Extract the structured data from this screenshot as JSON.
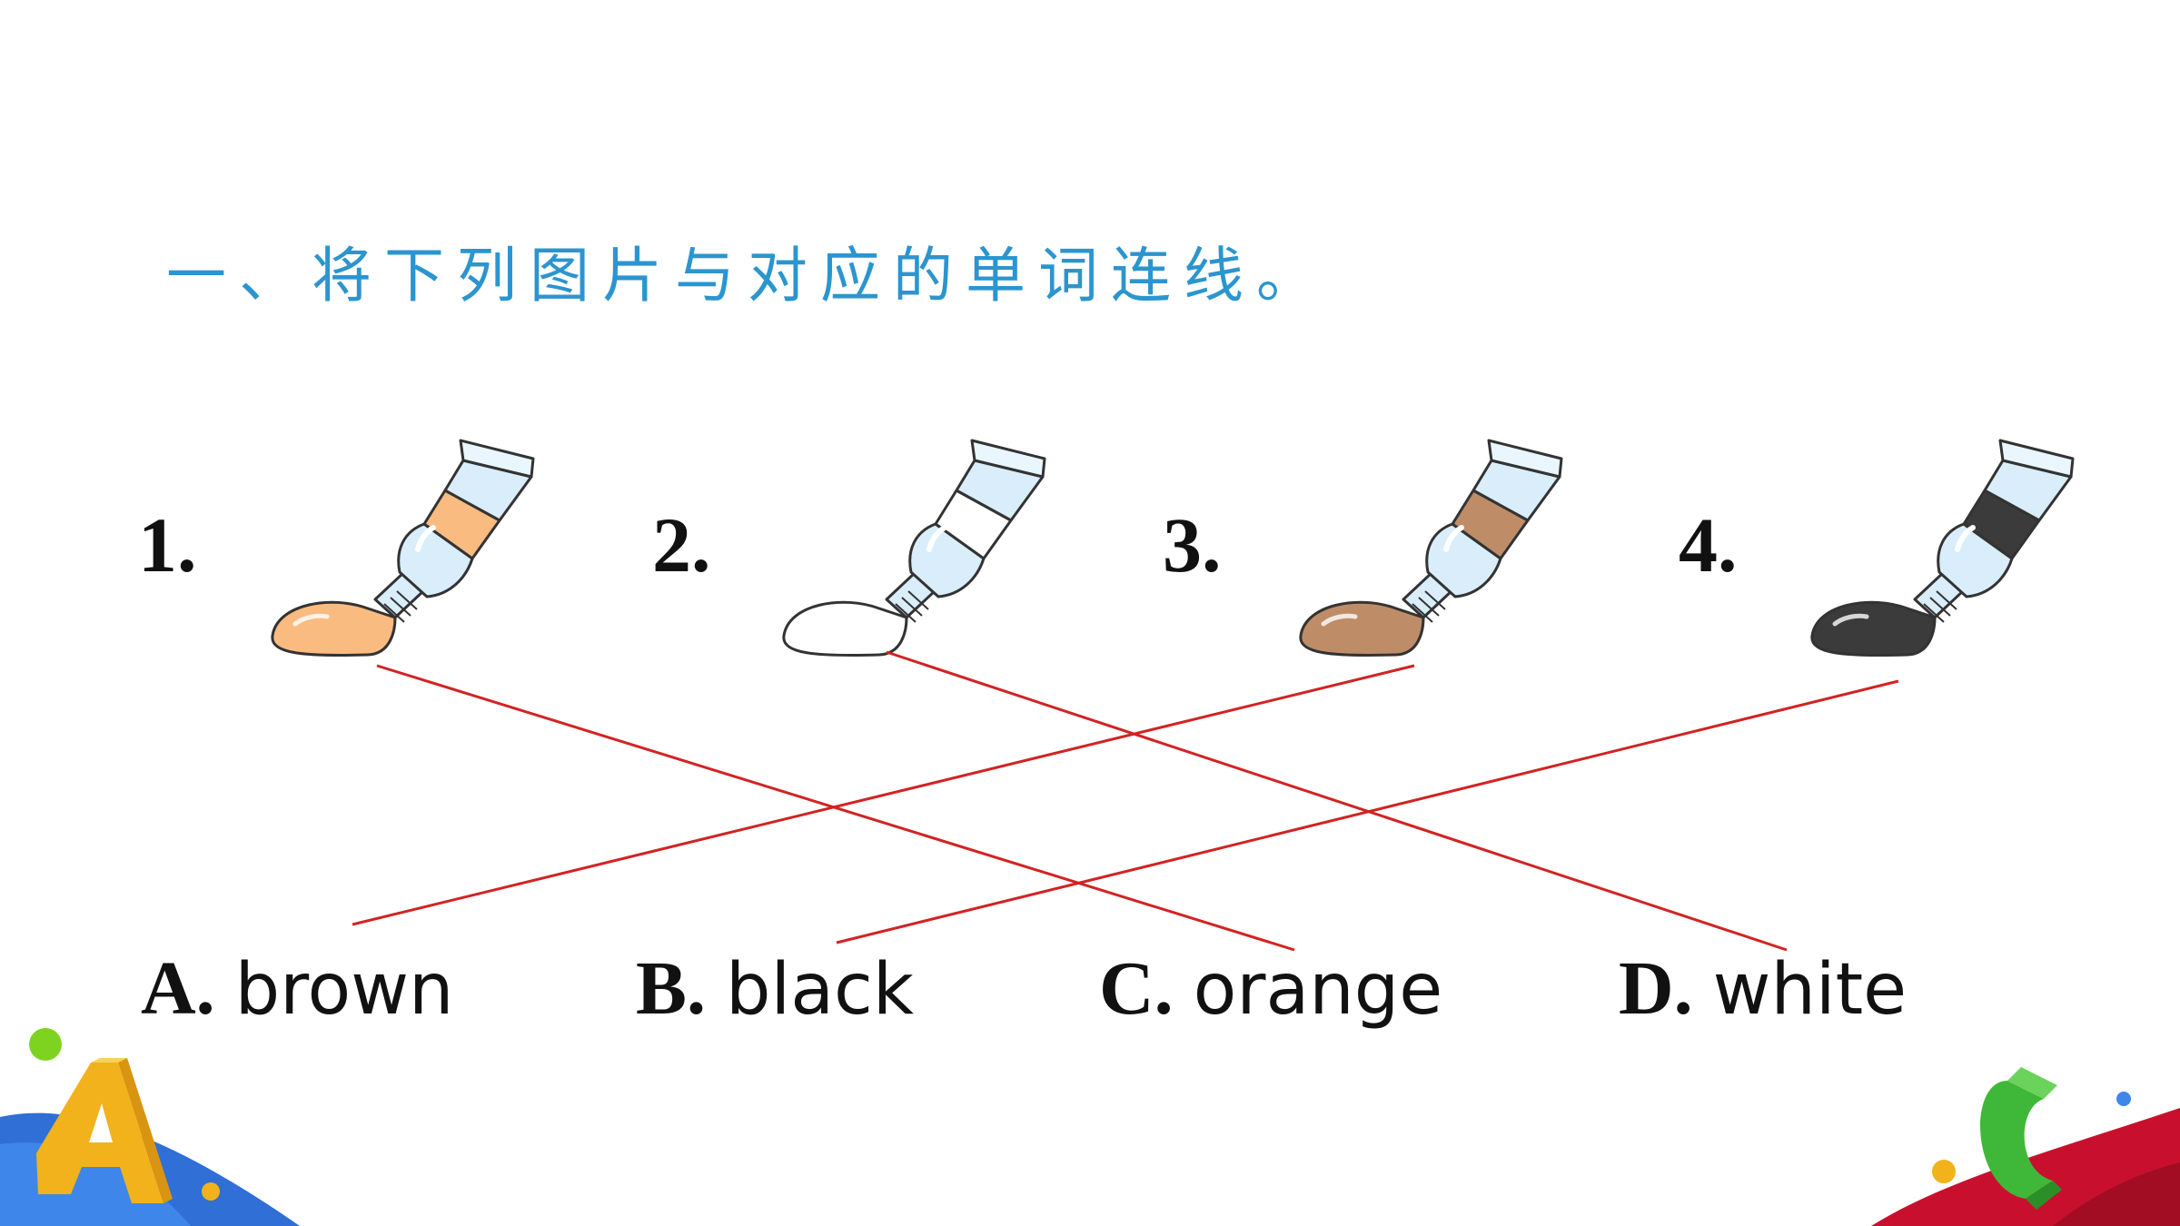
{
  "title": "一、将下列图片与对应的单词连线。",
  "items": [
    {
      "number": "1.",
      "color": "#f9bb80",
      "cap": "#f9bb80"
    },
    {
      "number": "2.",
      "color": "#ffffff",
      "cap": "#ffffff"
    },
    {
      "number": "3.",
      "color": "#bf8c68",
      "cap": "#bf8c68"
    },
    {
      "number": "4.",
      "color": "#3b3b3b",
      "cap": "#3b3b3b"
    }
  ],
  "options": [
    {
      "letter": "A.",
      "word": "brown"
    },
    {
      "letter": "B.",
      "word": "black"
    },
    {
      "letter": "C.",
      "word": "orange"
    },
    {
      "letter": "D.",
      "word": "white"
    }
  ],
  "answers": [
    {
      "from": "1.",
      "to": "C."
    },
    {
      "from": "2.",
      "to": "D."
    },
    {
      "from": "3.",
      "to": "A."
    },
    {
      "from": "4.",
      "to": "B."
    }
  ],
  "colors": {
    "title": "#2b95cf",
    "line": "#d22323",
    "blue_wave": "#2f6fd6",
    "red_wave": "#c8102e",
    "letter_a": "#f2b21c",
    "letter_c": "#3fb83a"
  },
  "icons": [
    "paint-tube-icon",
    "letter-a-decoration",
    "letter-c-decoration"
  ]
}
